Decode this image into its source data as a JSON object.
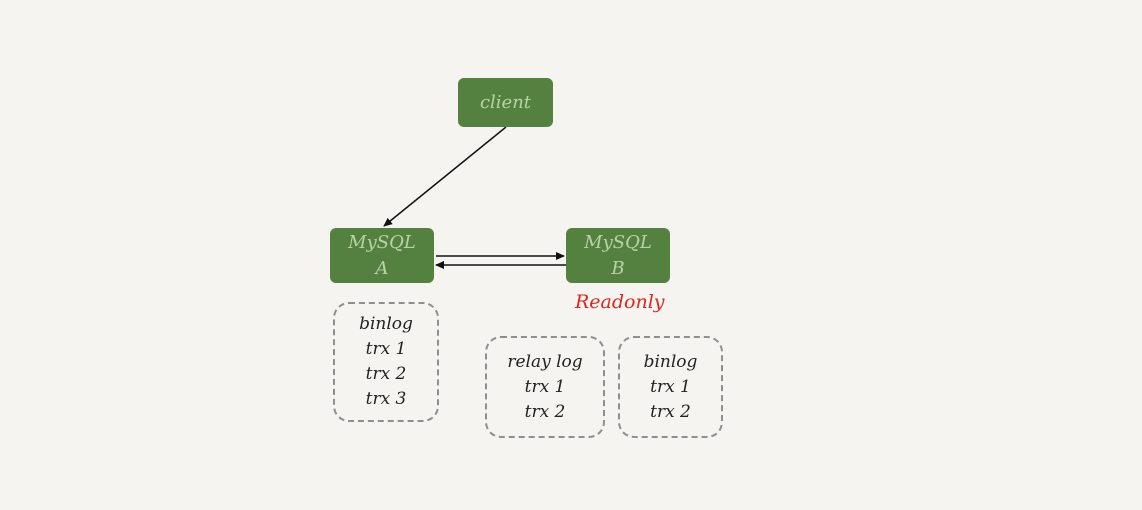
{
  "nodes": {
    "client": {
      "label": "client"
    },
    "mysql_a": {
      "line1": "MySQL",
      "line2": "A"
    },
    "mysql_b": {
      "line1": "MySQL",
      "line2": "B"
    }
  },
  "status_b": "Readonly",
  "logs": {
    "a_binlog": {
      "title": "binlog",
      "items": [
        "trx 1",
        "trx 2",
        "trx 3"
      ]
    },
    "b_relay": {
      "title": "relay log",
      "items": [
        "trx 1",
        "trx 2"
      ]
    },
    "b_binlog": {
      "title": "binlog",
      "items": [
        "trx 1",
        "trx 2"
      ]
    }
  },
  "colors": {
    "node_fill": "#548140",
    "node_text": "#b7d3a6",
    "readonly": "#e0261c",
    "dashed_border": "#8f8f8f"
  }
}
